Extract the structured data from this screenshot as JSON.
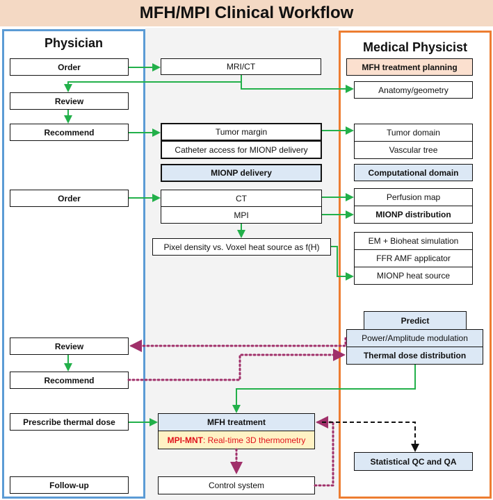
{
  "title": "MFH/MPI Clinical Workflow",
  "physician": {
    "title": "Physician",
    "order1": "Order",
    "review1": "Review",
    "recommend1": "Recommend",
    "order2": "Order",
    "review2": "Review",
    "recommend2": "Recommend",
    "prescribe": "Prescribe thermal dose",
    "followup": "Follow-up"
  },
  "middle": {
    "mri_ct": "MRI/CT",
    "tumor_margin": "Tumor margin",
    "catheter": "Catheter access for MIONP delivery",
    "mionp_delivery": "MIONP delivery",
    "ct": "CT",
    "mpi": "MPI",
    "pixel_density": "Pixel density vs. Voxel heat source as f(H)",
    "mfh_treatment": "MFH treatment",
    "mpi_mnt_label": "MPI-MNT",
    "mpi_mnt_text": ": Real-time 3D thermometry",
    "control_system": "Control system"
  },
  "physicist": {
    "title": "Medical Physicist",
    "planning": "MFH treatment planning",
    "anatomy": "Anatomy/geometry",
    "tumor_domain": "Tumor domain",
    "vascular_tree": "Vascular tree",
    "computational_domain": "Computational domain",
    "perfusion_map": "Perfusion map",
    "mionp_distribution": "MIONP distribution",
    "em_bioheat": "EM + Bioheat simulation",
    "ffr_amf": "FFR AMF applicator",
    "mionp_heat_source": "MIONP heat source",
    "predict": "Predict",
    "power_amplitude": "Power/Amplitude modulation",
    "thermal_dose_distribution": "Thermal dose distribution",
    "statistical_qc": "Statistical QC and QA"
  },
  "colors": {
    "title_bar": "#f4d9c4",
    "physician_border": "#5b9bd5",
    "physicist_border": "#ed7d31",
    "middle_bg": "#f3f3f3",
    "green_arrow": "#22b04a",
    "dotted_arrow": "#a0306a",
    "blue_box": "#dce8f5",
    "peach_box": "#fbe0cf",
    "yellow_box": "#fff2c4"
  }
}
